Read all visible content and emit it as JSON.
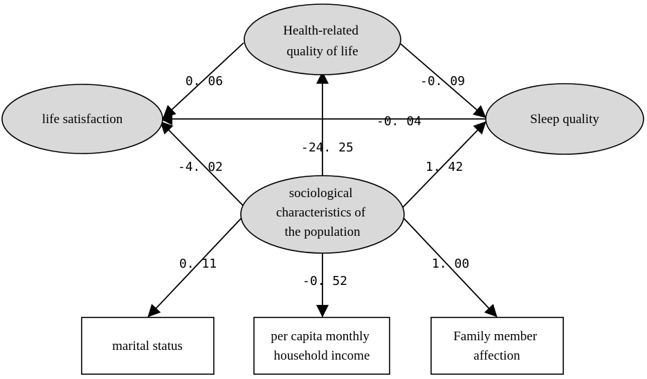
{
  "diagram": {
    "nodes": {
      "hrqol": {
        "lines": [
          "Health-related",
          "quality of life"
        ],
        "shape": "ellipse",
        "fill": "#d9d9d9"
      },
      "life": {
        "lines": [
          "life satisfaction"
        ],
        "shape": "ellipse",
        "fill": "#d9d9d9"
      },
      "sleep": {
        "lines": [
          "Sleep quality"
        ],
        "shape": "ellipse",
        "fill": "#d9d9d9"
      },
      "socio": {
        "lines": [
          "sociological",
          "characteristics of",
          "the population"
        ],
        "shape": "ellipse",
        "fill": "#d9d9d9"
      },
      "marital": {
        "lines": [
          "marital status"
        ],
        "shape": "rect",
        "fill": "#ffffff"
      },
      "income": {
        "lines": [
          "per capita monthly",
          "household income"
        ],
        "shape": "rect",
        "fill": "#ffffff"
      },
      "family": {
        "lines": [
          "Family member",
          "affection"
        ],
        "shape": "rect",
        "fill": "#ffffff"
      }
    },
    "edges": [
      {
        "id": "hrqol-life",
        "from": "hrqol",
        "to": "life",
        "label": "0. 06"
      },
      {
        "id": "hrqol-sleep",
        "from": "hrqol",
        "to": "sleep",
        "label": "-0. 09"
      },
      {
        "id": "sleep-life",
        "from": "sleep",
        "to": "life",
        "label": "-0. 04"
      },
      {
        "id": "socio-hrqol",
        "from": "socio",
        "to": "hrqol",
        "label": "-24. 25"
      },
      {
        "id": "socio-life",
        "from": "socio",
        "to": "life",
        "label": "-4. 02"
      },
      {
        "id": "socio-sleep",
        "from": "socio",
        "to": "sleep",
        "label": "1. 42"
      },
      {
        "id": "socio-marital",
        "from": "socio",
        "to": "marital",
        "label": "0. 11"
      },
      {
        "id": "socio-income",
        "from": "socio",
        "to": "income",
        "label": "-0. 52"
      },
      {
        "id": "socio-family",
        "from": "socio",
        "to": "family",
        "label": "1. 00"
      }
    ]
  }
}
